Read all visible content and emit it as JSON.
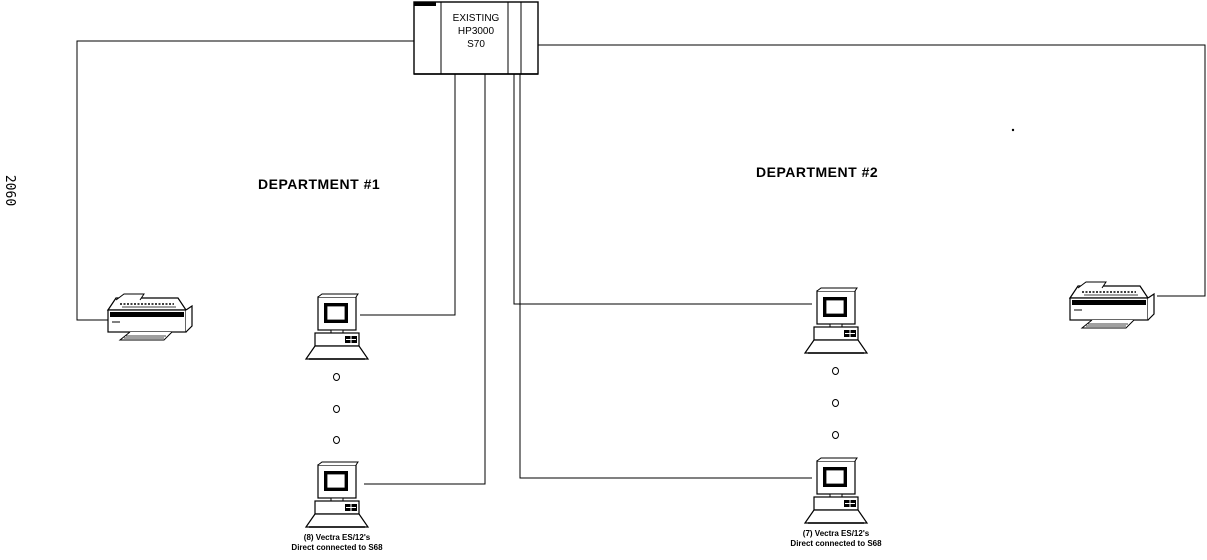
{
  "side_number": "2060",
  "host": {
    "line1": "EXISTING",
    "line2": "HP3000",
    "line3": "S70"
  },
  "departments": [
    {
      "label": "DEPARTMENT #1",
      "caption_line1": "(8) Vectra ES/12's",
      "caption_line2": "Direct connected to S68"
    },
    {
      "label": "DEPARTMENT #2",
      "caption_line1": "(7) Vectra ES/12's",
      "caption_line2": "Direct connected to S68"
    }
  ],
  "icons": [
    "server-cabinet-icon",
    "printer-icon",
    "desktop-computer-icon"
  ],
  "colors": {
    "line": "#000000",
    "background": "#ffffff"
  }
}
